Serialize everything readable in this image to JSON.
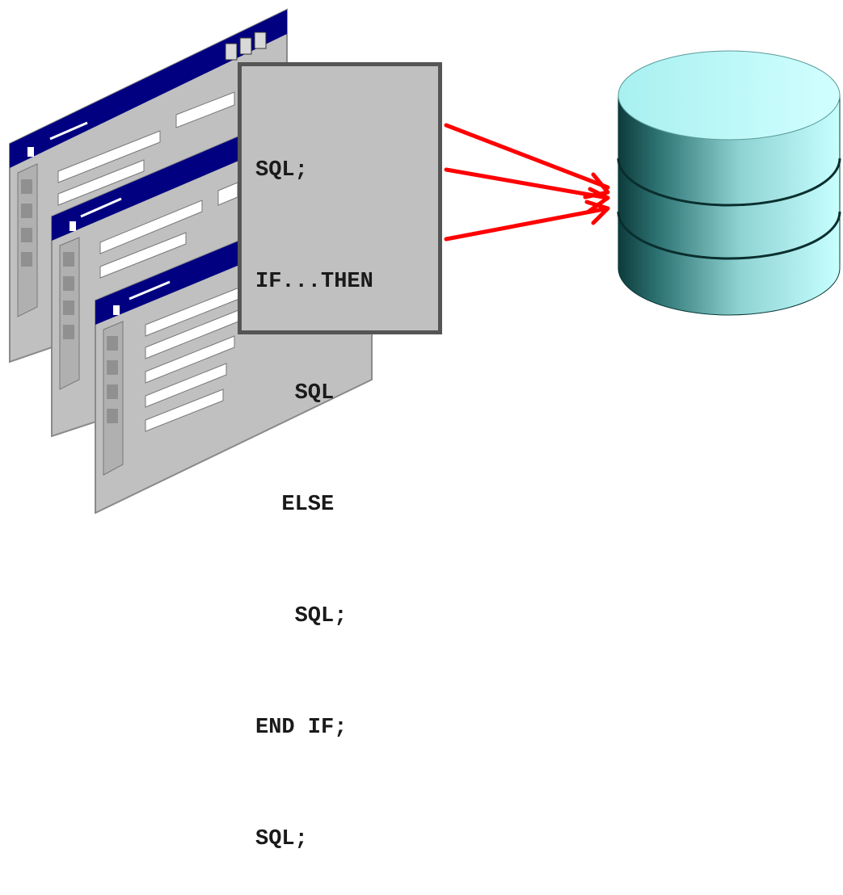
{
  "code_block": {
    "lines": [
      "SQL;",
      "IF...THEN",
      "   SQL",
      "  ELSE",
      "   SQL;",
      "END IF;",
      "SQL;"
    ]
  },
  "colors": {
    "arrow": "#ff0000",
    "window_title_bar": "#000080",
    "window_face": "#c0c0c0",
    "database_light": "#c8ffff",
    "database_dark": "#0a3a3a",
    "code_border": "#555555"
  },
  "icons": {
    "windows": "application-window-icon",
    "database": "database-cylinder-icon",
    "arrows": "arrow-right-icon"
  }
}
